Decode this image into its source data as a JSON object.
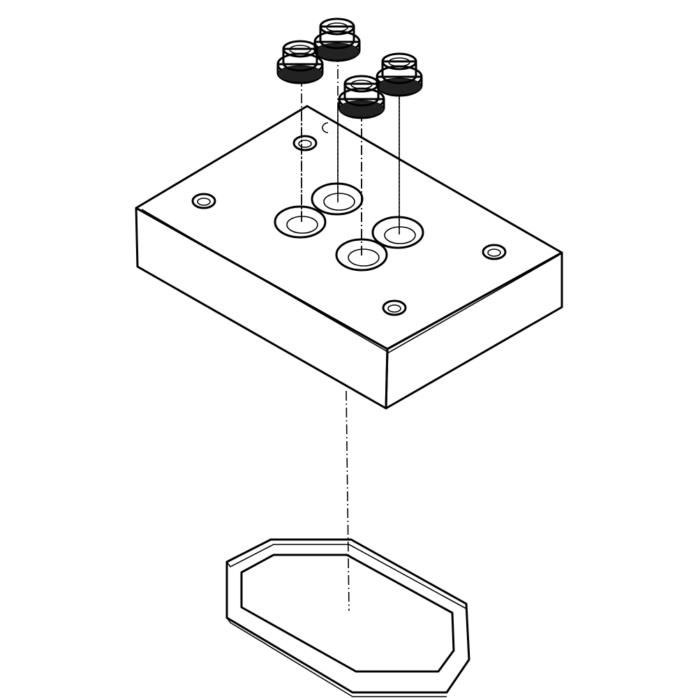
{
  "drawing": {
    "colors": {
      "line": "#000000",
      "background": "#ffffff",
      "fill": "#ffffff"
    },
    "parts": [
      "fitting",
      "fitting",
      "fitting",
      "fitting",
      "sub-base-plate",
      "gasket"
    ]
  }
}
